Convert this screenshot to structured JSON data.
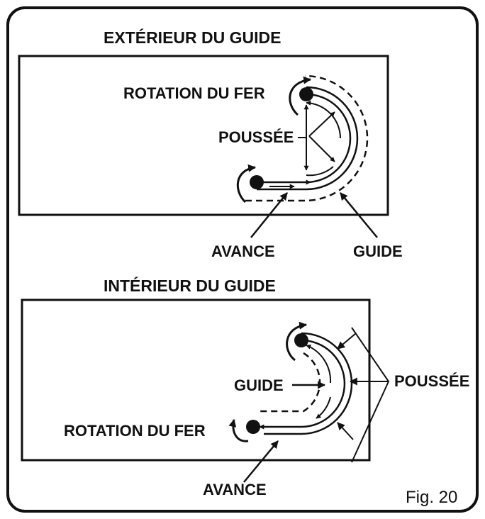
{
  "figure": {
    "top": {
      "title": "EXTÉRIEUR DU GUIDE",
      "rotation_label": "ROTATION DU FER",
      "push_label": "POUSSÉE",
      "feed_label": "AVANCE",
      "guide_label": "GUIDE"
    },
    "bottom": {
      "title": "INTÉRIEUR DU GUIDE",
      "guide_label": "GUIDE",
      "push_label": "POUSSÉE",
      "rotation_label": "ROTATION DU FER",
      "feed_label": "AVANCE"
    },
    "caption": "Fig. 20"
  },
  "colors": {
    "ink": "#111111",
    "paper": "#ffffff"
  }
}
